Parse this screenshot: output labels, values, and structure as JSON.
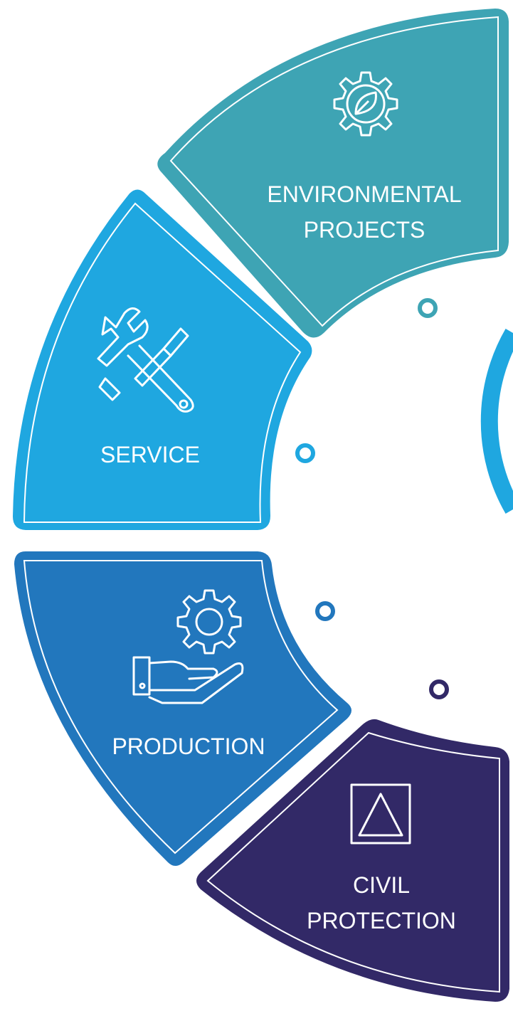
{
  "colors": {
    "environmental": "#3ea4b4",
    "service": "#1fa7e0",
    "production": "#2277bd",
    "civil": "#322967",
    "ring": "#1fa7e0",
    "background": "#ffffff",
    "line": "#ffffff"
  },
  "segments": [
    {
      "id": "environmental",
      "lines": [
        "ENVIRONMENTAL",
        "PROJECTS"
      ],
      "icon": "gear-leaf-icon"
    },
    {
      "id": "service",
      "lines": [
        "SERVICE"
      ],
      "icon": "wrench-screwdriver-icon"
    },
    {
      "id": "production",
      "lines": [
        "PRODUCTION"
      ],
      "icon": "hand-gear-icon"
    },
    {
      "id": "civil",
      "lines": [
        "CIVIL",
        "PROTECTION"
      ],
      "icon": "triangle-square-icon"
    }
  ]
}
